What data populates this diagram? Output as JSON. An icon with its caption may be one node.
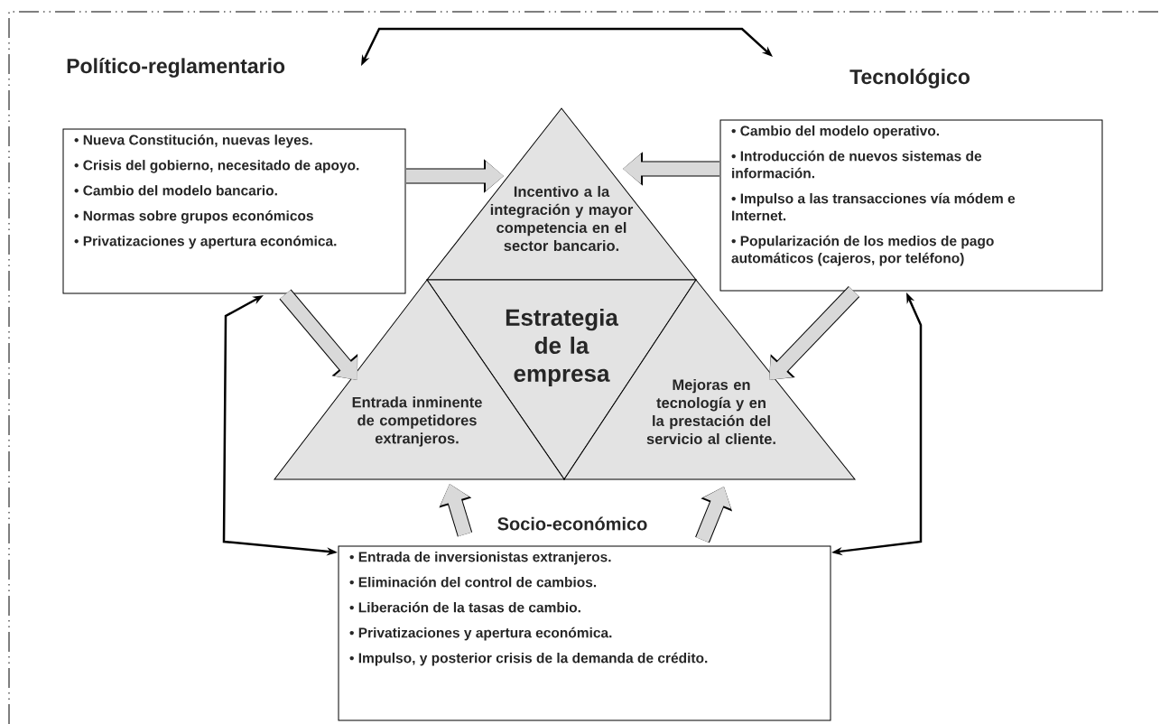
{
  "diagram": {
    "nodes": [
      {
        "text": [
          "Político-reglamentario",
          "• Nueva Constitución, nuevas leyes.",
          "• Crisis del gobierno, necesitado de apoyo.",
          "• Cambio del modelo bancario.",
          "• Normas sobre grupos económicos",
          "• Privatizaciones y apertura económica."
        ]
      },
      {
        "text": [
          "Tecnológico",
          "• Cambio del modelo operativo.",
          "• Introducción de nuevos sistemas de información.",
          "• Impulso a las transacciones vía módem e Internet.",
          "• Popularización de los medios de pago automáticos (cajeros, por teléfono)"
        ]
      },
      {
        "text": [
          "Socio-económico",
          "• Entrada de inversionistas extranjeros.",
          "• Eliminación del control de cambios.",
          "• Liberación de la tasas de cambio.",
          "• Privatizaciones y apertura económica.",
          "• Impulso, y posterior crisis de la demanda de crédito."
        ]
      },
      {
        "text": [
          "Incentivo a la integración y mayor competencia en el sector bancario."
        ]
      },
      {
        "text": [
          "Estrategia de la empresa"
        ]
      },
      {
        "text": [
          "Entrada inminente de competidores extranjeros."
        ]
      },
      {
        "text": [
          "Mejoras en tecnología y en la prestación del servicio al cliente."
        ]
      }
    ],
    "edges": [
      {
        "from": 0,
        "to": 1,
        "arrow": "both",
        "color": "#000000"
      },
      {
        "from": 0,
        "to": 2,
        "arrow": "both",
        "color": "#000000"
      },
      {
        "from": 1,
        "to": 2,
        "arrow": "both",
        "color": "#000000"
      },
      {
        "from": 0,
        "to": 3,
        "arrow": "to"
      },
      {
        "from": 1,
        "to": 3,
        "arrow": "to"
      },
      {
        "from": 0,
        "to": 5,
        "arrow": "to"
      },
      {
        "from": 1,
        "to": 6,
        "arrow": "to"
      },
      {
        "from": 2,
        "to": 5,
        "arrow": "to"
      },
      {
        "from": 2,
        "to": 6,
        "arrow": "to"
      }
    ]
  }
}
